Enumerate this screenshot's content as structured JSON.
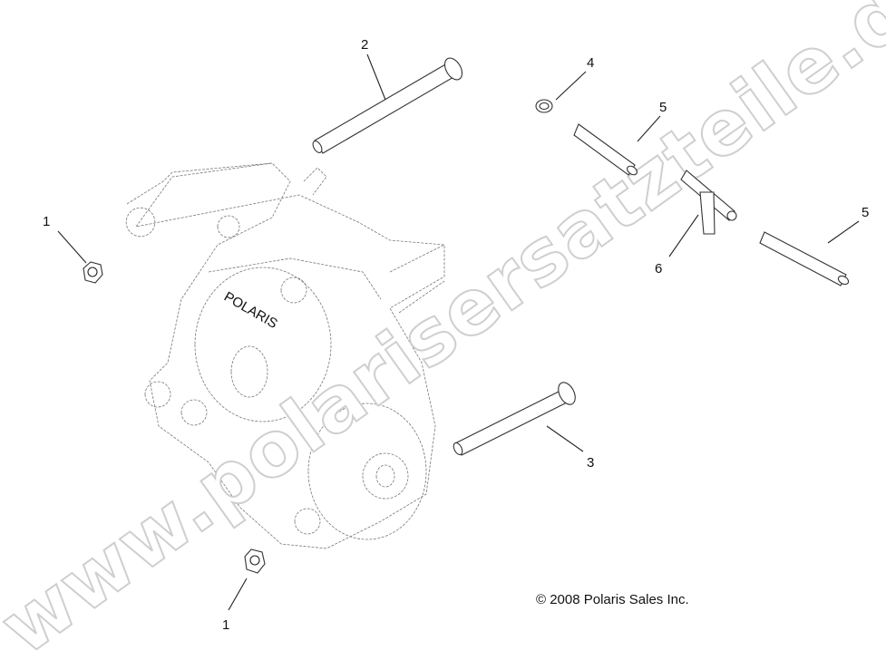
{
  "watermark": "www.polarisersatzteile.de",
  "callouts": [
    {
      "id": "nut-top",
      "number": "1"
    },
    {
      "id": "bolt-long",
      "number": "2"
    },
    {
      "id": "bolt-short",
      "number": "3"
    },
    {
      "id": "clamp",
      "number": "4"
    },
    {
      "id": "hose-a",
      "number": "5"
    },
    {
      "id": "hose-b",
      "number": "5"
    },
    {
      "id": "tee-fitting",
      "number": "6"
    },
    {
      "id": "nut-bottom",
      "number": "1"
    }
  ],
  "gearcase_logo": "POLARIS",
  "copyright": "© 2008 Polaris Sales Inc."
}
